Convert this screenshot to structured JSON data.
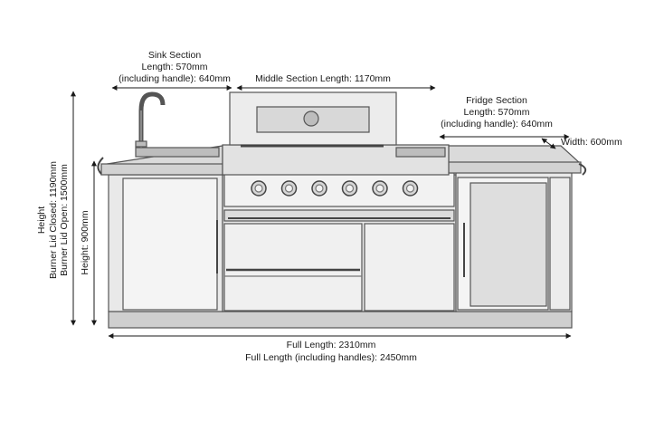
{
  "sink_section": {
    "title": "Sink Section",
    "length": "Length: 570mm",
    "with_handle": "(including handle): 640mm"
  },
  "middle_section": {
    "length": "Middle Section Length: 1170mm"
  },
  "fridge_section": {
    "title": "Fridge Section",
    "length": "Length: 570mm",
    "with_handle": "(including handle): 640mm"
  },
  "width": {
    "label": "Width: 600mm"
  },
  "height_overall": {
    "title": "Height",
    "lid_closed": "Burner Lid Closed: 1190mm",
    "lid_open": "Burner Lid Open: 1500mm"
  },
  "height_counter": {
    "label": "Height: 900mm"
  },
  "full_length": {
    "length": "Full Length: 2310mm",
    "with_handles": "Full Length (including handles): 2450mm"
  },
  "grill": {
    "knob_count": 6
  },
  "colors": {
    "body_fill": "#e9e9e9",
    "panel_fill": "#f4f4f4",
    "outline": "#555555",
    "dimension_line": "#1a1a1a"
  }
}
